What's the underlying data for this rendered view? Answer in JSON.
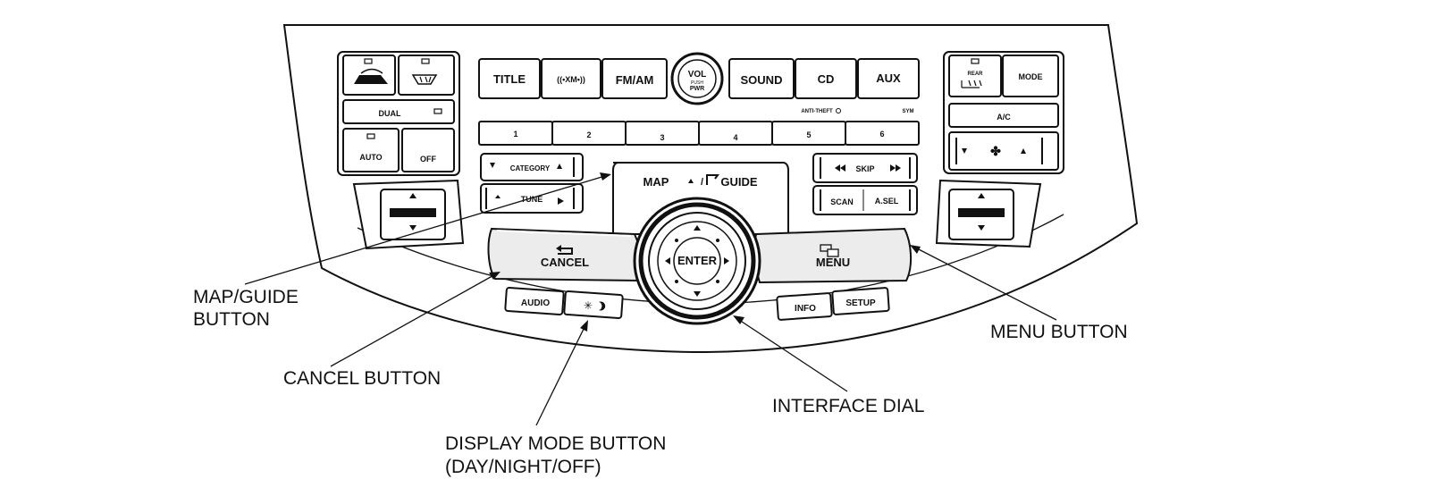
{
  "climate_left": {
    "recirc_icon": "car-recirculation-icon",
    "rear_defrost_icon": "defrost-icon",
    "dual_label": "DUAL",
    "auto_label": "AUTO",
    "off_label": "OFF"
  },
  "audio_top_row": {
    "title_label": "TITLE",
    "xm_label": "((•XM•))",
    "fmam_label": "FM/AM",
    "vol_label": "VOL",
    "vol_push_label": "PUSH",
    "vol_pwr_label": "PWR",
    "sound_label": "SOUND",
    "cd_label": "CD",
    "aux_label": "AUX",
    "antitheft_label": "ANTI-THEFT",
    "sym_label": "SYM"
  },
  "presets": [
    "1",
    "2",
    "3",
    "4",
    "5",
    "6"
  ],
  "left_rockers": {
    "category_label": "CATEGORY",
    "tune_label": "TUNE"
  },
  "right_rockers": {
    "skip_label": "SKIP",
    "scan_label": "SCAN",
    "asel_label": "A.SEL"
  },
  "nav": {
    "map_label": "MAP",
    "guide_label": "GUIDE",
    "cancel_label": "CANCEL",
    "enter_label": "ENTER",
    "menu_label": "MENU",
    "audio_label": "AUDIO",
    "info_label": "INFO",
    "setup_label": "SETUP",
    "display_mode_icon": "day-night-icon"
  },
  "climate_right": {
    "rear_label": "REAR",
    "mode_label": "MODE",
    "ac_label": "A/C",
    "fan_icon": "fan-icon"
  },
  "callouts": {
    "map_guide_line1": "MAP/GUIDE",
    "map_guide_line2": "BUTTON",
    "cancel": "CANCEL BUTTON",
    "display_mode_line1": "DISPLAY MODE BUTTON",
    "display_mode_line2": "(DAY/NIGHT/OFF)",
    "interface_dial": "INTERFACE DIAL",
    "menu": "MENU BUTTON"
  }
}
